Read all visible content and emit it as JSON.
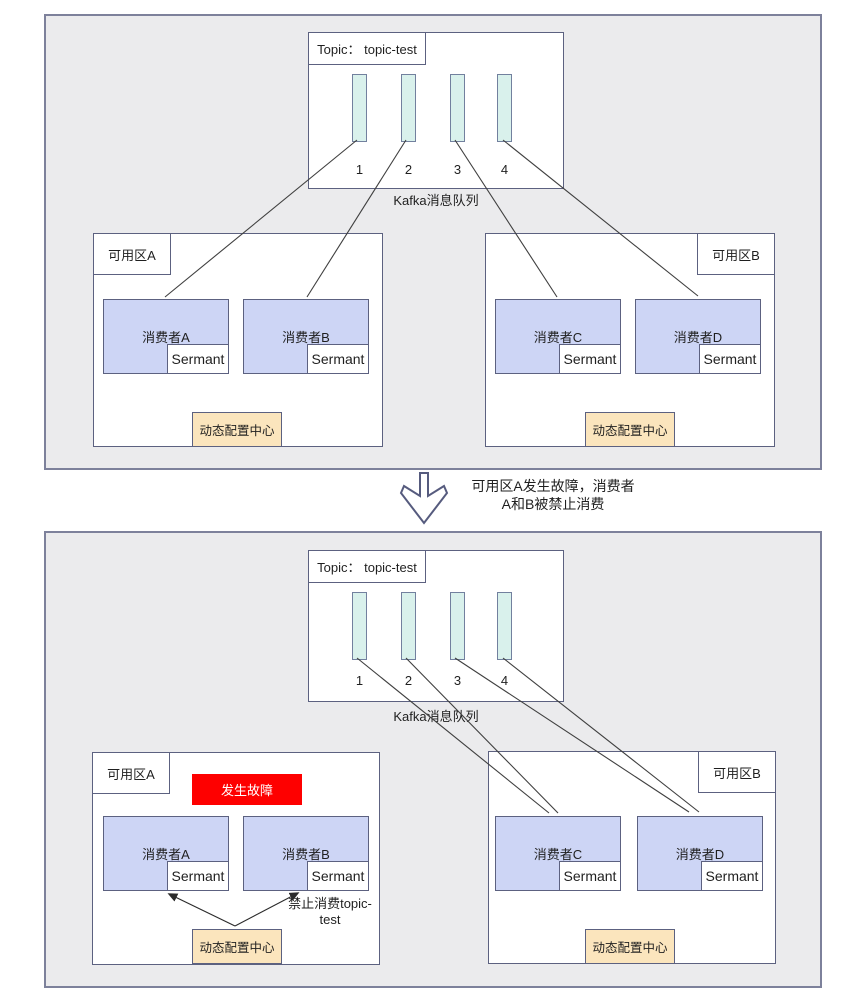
{
  "colors": {
    "container_fill": "#ebebed",
    "box_border": "#5c6180",
    "partition_fill": "#d9f1ec",
    "consumer_fill": "#cdd5f5",
    "config_fill": "#fbe5bd",
    "failure_fill": "#fe0000",
    "connector_line": "#3f3f3f"
  },
  "top_diagram": {
    "topic_label": "Topic： topic-test",
    "queue_label": "Kafka消息队列",
    "partitions": [
      "1",
      "2",
      "3",
      "4"
    ],
    "zone_a": {
      "label": "可用区A",
      "consumers": [
        {
          "name": "消费者A",
          "agent": "Sermant"
        },
        {
          "name": "消费者B",
          "agent": "Sermant"
        }
      ],
      "config_center": "动态配置中心"
    },
    "zone_b": {
      "label": "可用区B",
      "consumers": [
        {
          "name": "消费者C",
          "agent": "Sermant"
        },
        {
          "name": "消费者D",
          "agent": "Sermant"
        }
      ],
      "config_center": "动态配置中心"
    }
  },
  "transition": {
    "note_line_1": "可用区A发生故障，消费者",
    "note_line_2": "A和B被禁止消费"
  },
  "bottom_diagram": {
    "topic_label": "Topic： topic-test",
    "queue_label": "Kafka消息队列",
    "partitions": [
      "1",
      "2",
      "3",
      "4"
    ],
    "zone_a": {
      "label": "可用区A",
      "failure_label": "发生故障",
      "consumers": [
        {
          "name": "消费者A",
          "agent": "Sermant"
        },
        {
          "name": "消费者B",
          "agent": "Sermant"
        }
      ],
      "config_center": "动态配置中心",
      "ban_note_line_1": "禁止消费topic-",
      "ban_note_line_2": "test"
    },
    "zone_b": {
      "label": "可用区B",
      "consumers": [
        {
          "name": "消费者C",
          "agent": "Sermant"
        },
        {
          "name": "消费者D",
          "agent": "Sermant"
        }
      ],
      "config_center": "动态配置中心"
    }
  }
}
